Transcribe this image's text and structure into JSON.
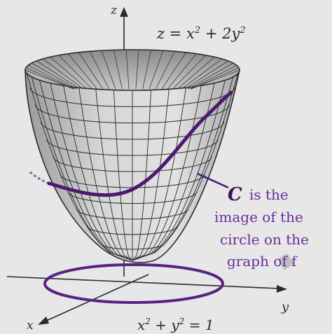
{
  "figure": {
    "surface_equation": {
      "lhs": "z = x",
      "mid": " + 2y",
      "sup1": "2",
      "sup2": "2"
    },
    "circle_equation": {
      "a": "x",
      "b": " + y",
      "c": " = 1",
      "sup1": "2",
      "sup2": "2"
    },
    "axes": {
      "x": "x",
      "y": "y",
      "z": "z"
    },
    "curve_label": "C",
    "annotation_lines": [
      "is the",
      "image of  the",
      "circle  on the",
      "graph of f"
    ],
    "colors": {
      "background": "#e7e7e7",
      "surface": "#d3d3d3",
      "mesh": "#2a2a2a",
      "curve": "#4b1a6e",
      "annotation_ink": "#6a2c9a",
      "axis": "#2b2b2b"
    }
  }
}
